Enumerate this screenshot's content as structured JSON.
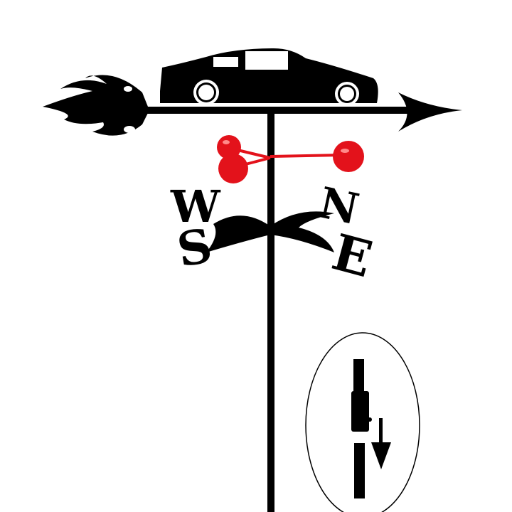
{
  "scene": {
    "subject": "car weathervane product photo",
    "background_color": "#ffffff",
    "metal_color": "#000000",
    "cup_color": "#e3121b"
  },
  "compass": {
    "west": "W",
    "south": "S",
    "north": "N",
    "east": "E"
  },
  "inset": {
    "description": "pole assembly detail with down arrow"
  }
}
